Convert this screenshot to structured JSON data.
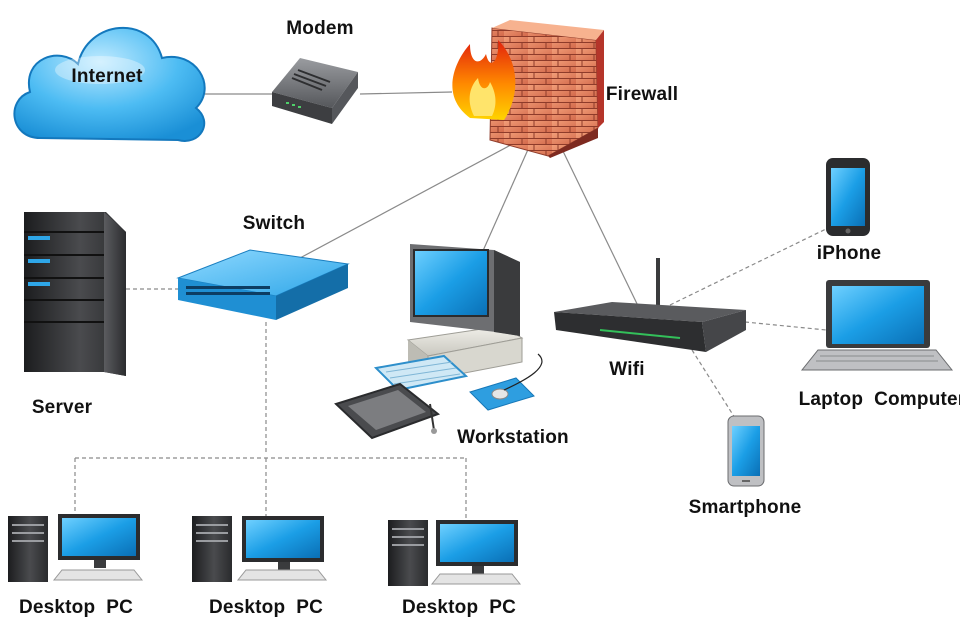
{
  "diagram": {
    "labels": {
      "internet": "Internet",
      "modem": "Modem",
      "firewall": "Firewall",
      "switch": "Switch",
      "server": "Server",
      "workstation": "Workstation",
      "wifi": "Wifi",
      "iphone": "iPhone",
      "laptop": "Laptop  Computer",
      "smartphone": "Smartphone",
      "desktop_1": "Desktop  PC",
      "desktop_2": "Desktop  PC",
      "desktop_3": "Desktop  PC"
    },
    "connections": [
      {
        "from": "internet",
        "to": "modem",
        "style": "solid"
      },
      {
        "from": "modem",
        "to": "firewall",
        "style": "solid"
      },
      {
        "from": "firewall",
        "to": "switch",
        "style": "solid"
      },
      {
        "from": "firewall",
        "to": "workstation",
        "style": "solid"
      },
      {
        "from": "firewall",
        "to": "wifi",
        "style": "solid"
      },
      {
        "from": "switch",
        "to": "server",
        "style": "dashed"
      },
      {
        "from": "switch",
        "to": "desktop_1",
        "style": "dashed"
      },
      {
        "from": "switch",
        "to": "desktop_2",
        "style": "dashed"
      },
      {
        "from": "switch",
        "to": "desktop_3",
        "style": "dashed"
      },
      {
        "from": "wifi",
        "to": "iphone",
        "style": "dashed"
      },
      {
        "from": "wifi",
        "to": "laptop",
        "style": "dashed"
      },
      {
        "from": "wifi",
        "to": "smartphone",
        "style": "dashed"
      }
    ],
    "colors": {
      "screen_blue": "#1b9ee6",
      "cloud_blue": "#3fb3ef",
      "brick_red": "#b5352a",
      "device_dark": "#3a3b3d",
      "link_line": "#8a8a8a"
    }
  }
}
